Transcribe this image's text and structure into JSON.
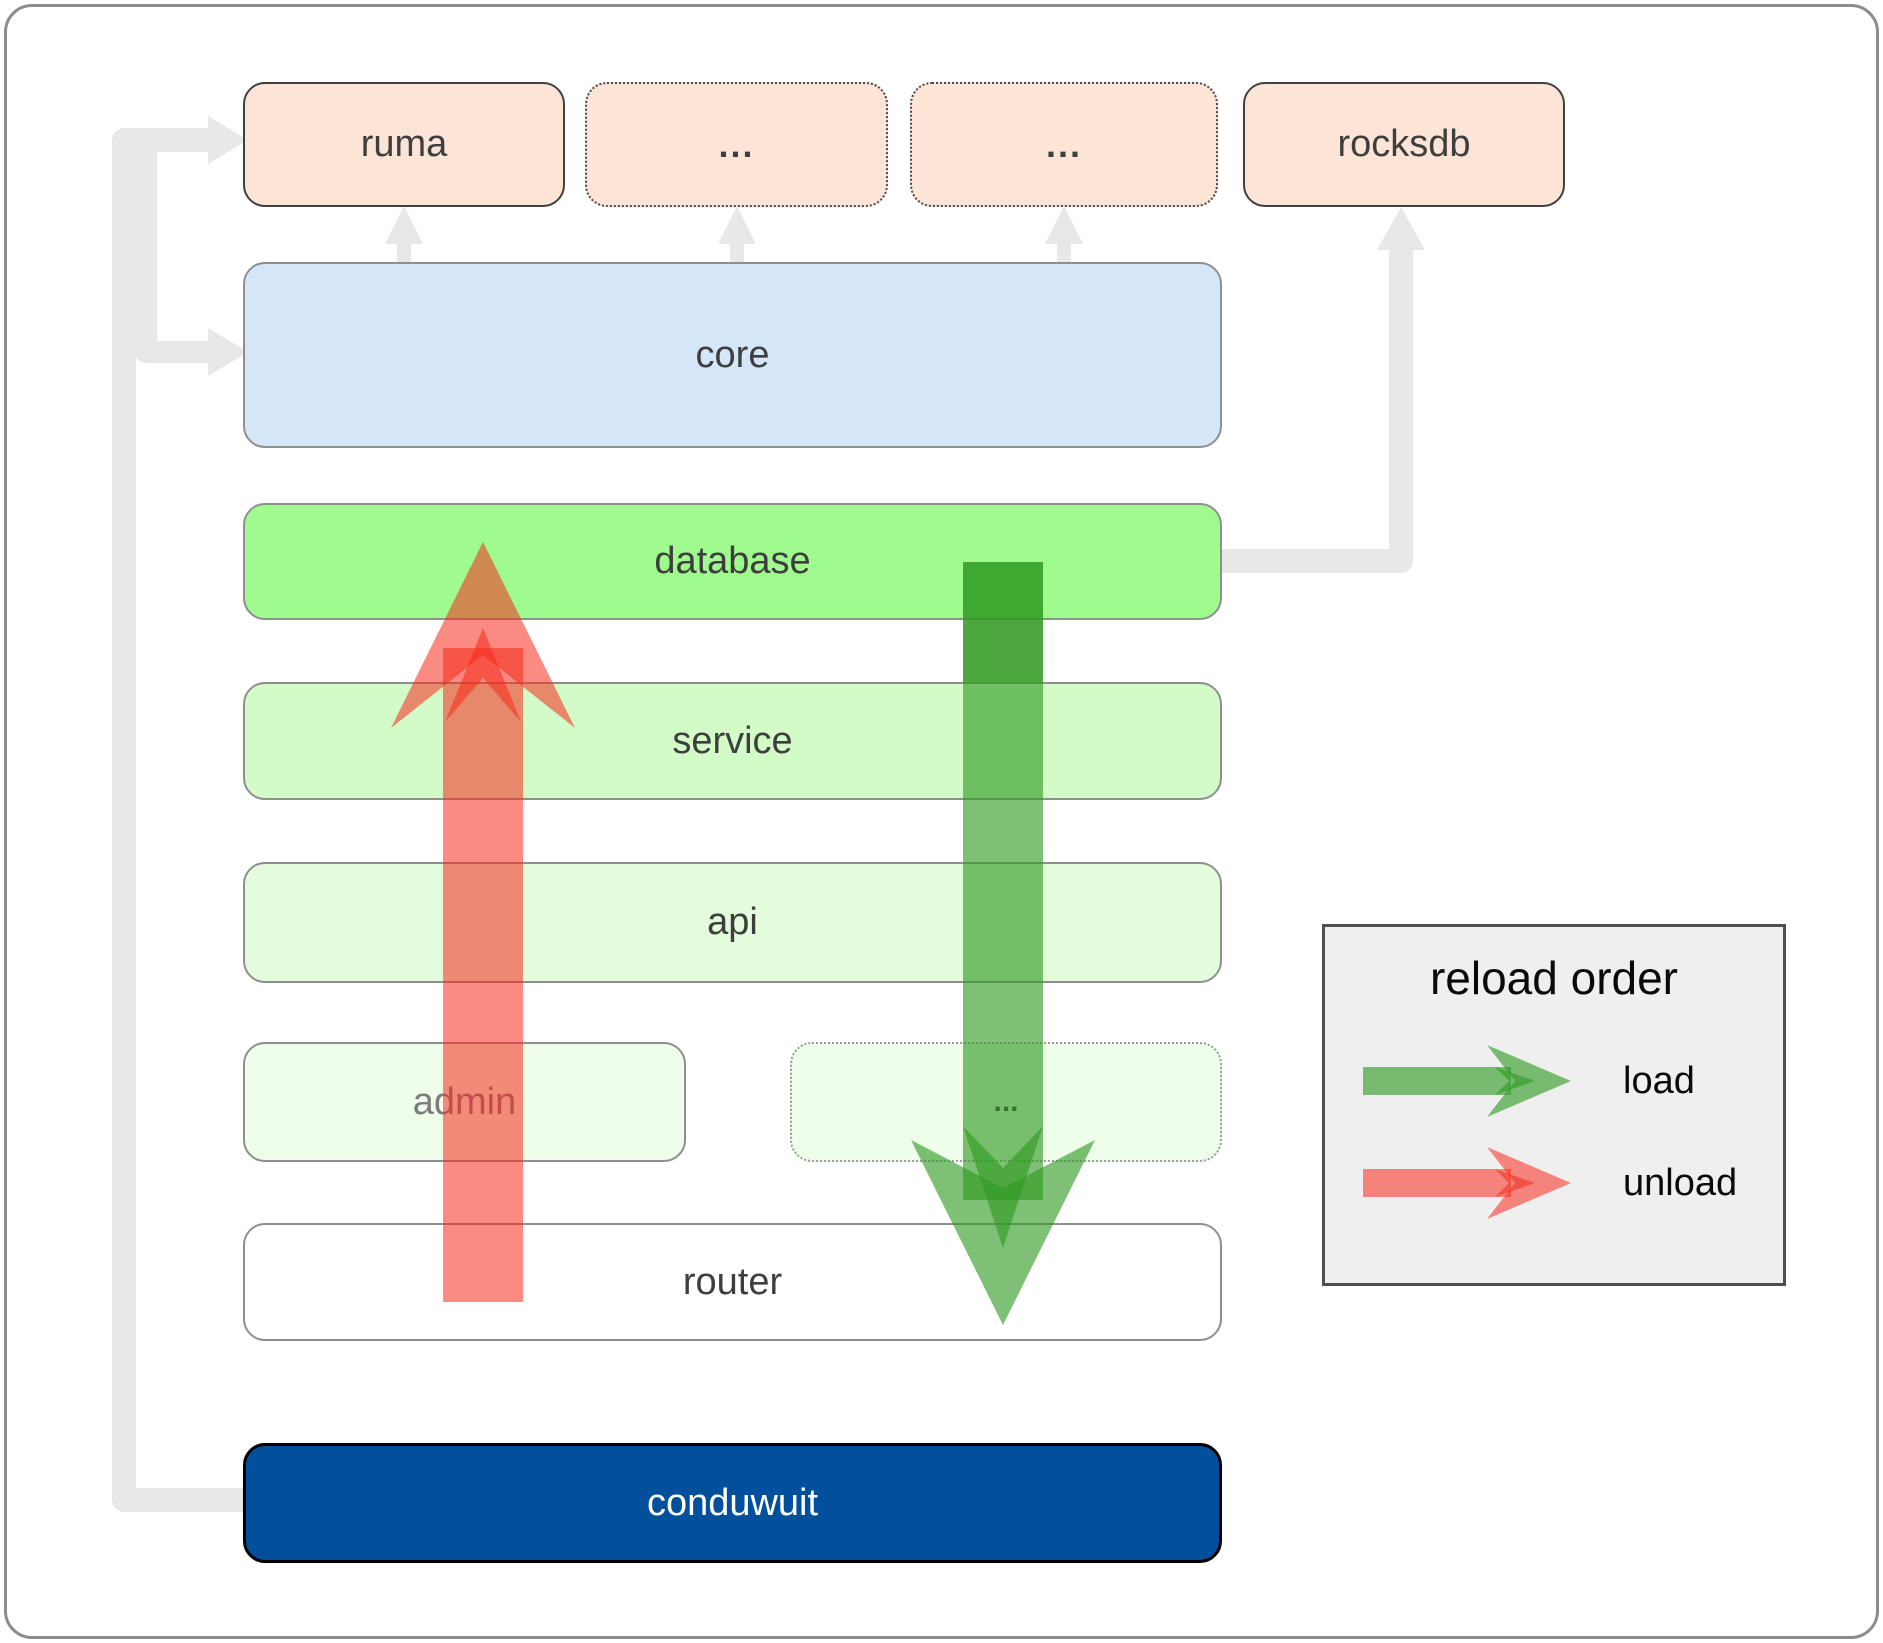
{
  "diagram": {
    "top_row": [
      {
        "label": "ruma"
      },
      {
        "label": "..."
      },
      {
        "label": "..."
      },
      {
        "label": "rocksdb"
      }
    ],
    "layers": {
      "core": "core",
      "database": "database",
      "service": "service",
      "api": "api",
      "admin": "admin",
      "more": "...",
      "router": "router",
      "conduwuit": "conduwuit"
    }
  },
  "legend": {
    "title": "reload order",
    "load_label": "load",
    "unload_label": "unload"
  },
  "colors": {
    "crate_fill": "#fce5d6",
    "core_fill": "#d5e6f8",
    "database_fill": "#9ffb8e",
    "service_fill": "#d2fbc8",
    "api_fill": "#e3fcdb",
    "admin_fill": "#effdeb",
    "router_fill": "#ffffff",
    "conduwuit_fill": "#024f9c",
    "load_arrow": "#2e9a20",
    "unload_arrow": "#f5291c",
    "connector": "#e8e8e8",
    "legend_bg": "#efefef"
  }
}
